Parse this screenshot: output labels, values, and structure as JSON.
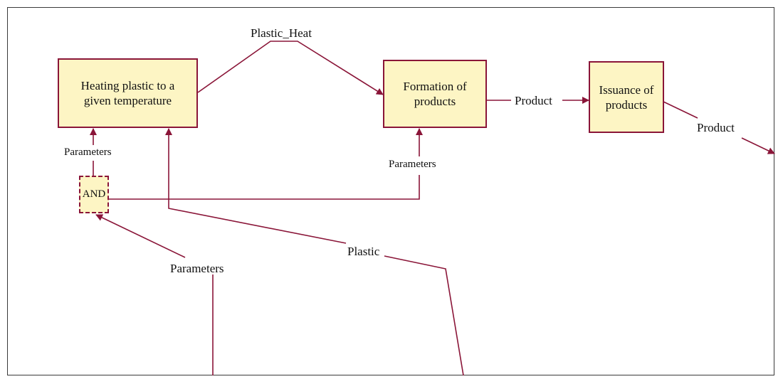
{
  "diagram": {
    "line_color": "#8a1538",
    "box_fill": "#fdf5c4",
    "boxes": {
      "heating": "Heating plastic to a\ngiven temperature",
      "formation": "Formation of\nproducts",
      "issuance": "Issuance of\nproducts",
      "and_junction": "AND"
    },
    "arrow_labels": {
      "plastic_heat": "Plastic_Heat",
      "product_internal": "Product",
      "product_output": "Product",
      "parameters_heating": "Parameters",
      "parameters_formation": "Parameters",
      "parameters_input": "Parameters",
      "plastic_input": "Plastic"
    }
  }
}
